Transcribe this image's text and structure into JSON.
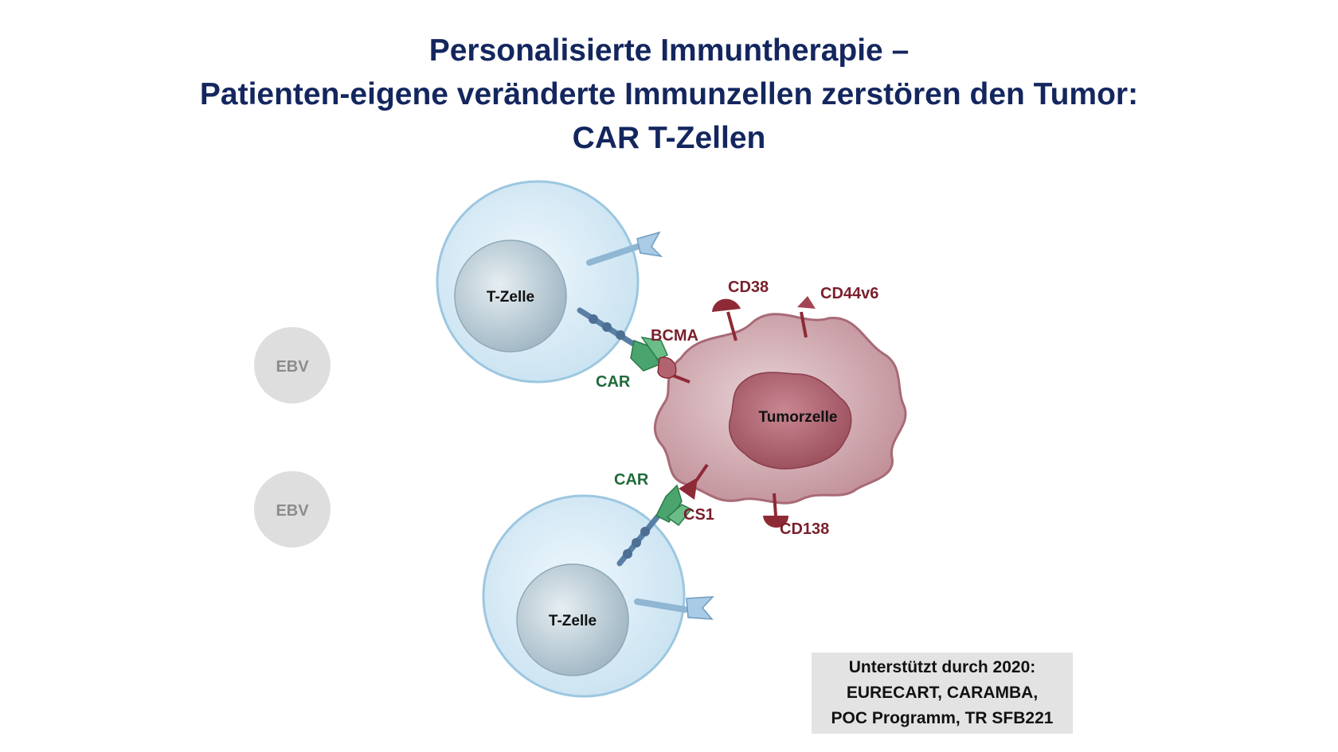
{
  "title": {
    "line1": "Personalisierte Immuntherapie –",
    "line2": "Patienten-eigene veränderte Immunzellen zerstören den Tumor:",
    "line3": "CAR T-Zellen"
  },
  "labels": {
    "ebv_top": "EBV",
    "ebv_bottom": "EBV",
    "tcell_top": "T-Zelle",
    "tcell_bottom": "T-Zelle",
    "tumor": "Tumorzelle",
    "cd38": "CD38",
    "cd44v6": "CD44v6",
    "bcma": "BCMA",
    "car_top": "CAR",
    "car_bottom": "CAR",
    "cs1": "CS1",
    "cd138": "CD138"
  },
  "support": {
    "line1": "Unterstützt durch 2020:",
    "line2": "EURECART, CARAMBA,",
    "line3": "POC Programm, TR SFB221"
  },
  "colors": {
    "title": "#13265e",
    "tcell_fill": "#d6e9f4",
    "tumor_fill": "#c99ea6",
    "antigen": "#8e2a36",
    "car": "#3f9a63",
    "ebv_circle": "#dedede"
  }
}
